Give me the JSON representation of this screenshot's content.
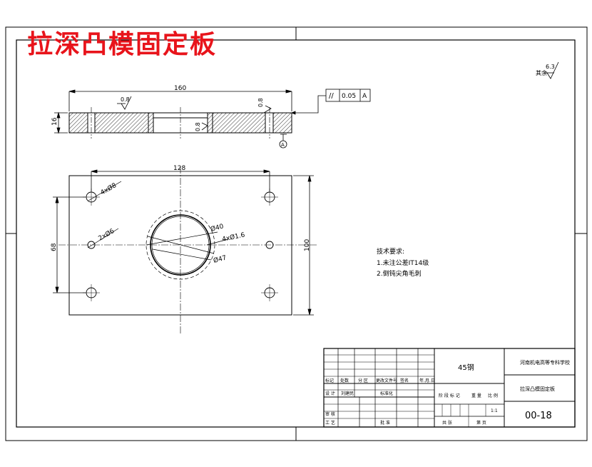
{
  "title": "拉深凸模固定板",
  "dimensions": {
    "length_160": "160",
    "thickness_16": "16",
    "roughness_left": "0.8",
    "roughness_right": "0.8",
    "roughness_bore": "0.8",
    "hole_span_128": "128",
    "hole_span_68": "68",
    "width_100": "100",
    "holes_4x8": "4xØ8",
    "pins_2x6": "2xØ6",
    "dia_40": "Ø40",
    "dia_47": "Ø47",
    "holes_4x1_6": "4xØ1.6"
  },
  "tolerance": {
    "symbol": "//",
    "value": "0.05",
    "datum": "A"
  },
  "datum_label": "A",
  "surface_note": {
    "label": "其余",
    "value": "6.3"
  },
  "tech": {
    "heading": "技术要求:",
    "item1": "1.未注公差IT14级",
    "item2": "2.倒钝尖角毛刺"
  },
  "titleblock": {
    "material": "45钢",
    "school": "河南机电高等专科学校",
    "part_name": "拉深凸模固定板",
    "drawing_no": "00-18",
    "scale": "1:1",
    "h_mark": "标记",
    "h_count": "处数",
    "h_zone": "分 区",
    "h_doc": "更改文件号",
    "h_sign": "签名",
    "h_date": "年.月.日",
    "r_design": "设 计",
    "r_designer": "刘建民",
    "r_std": "标准化",
    "r_review": "审 核",
    "r_process": "工 艺",
    "r_approve": "批 准",
    "stage": "阶 段 标 记",
    "weight": "重 量",
    "ratio": "比 例",
    "sheets_total": "共   张",
    "sheet_no": "第   页"
  }
}
